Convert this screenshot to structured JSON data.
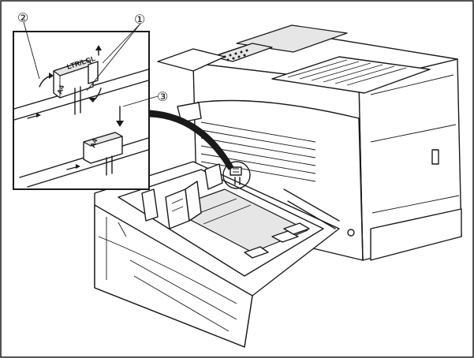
{
  "callouts": {
    "one": "①",
    "two": "②",
    "three": "③"
  },
  "switch_label_upper": "A4",
  "switch_label_upper_alt": "LTR/LGL",
  "switch_label_lower": "A4"
}
